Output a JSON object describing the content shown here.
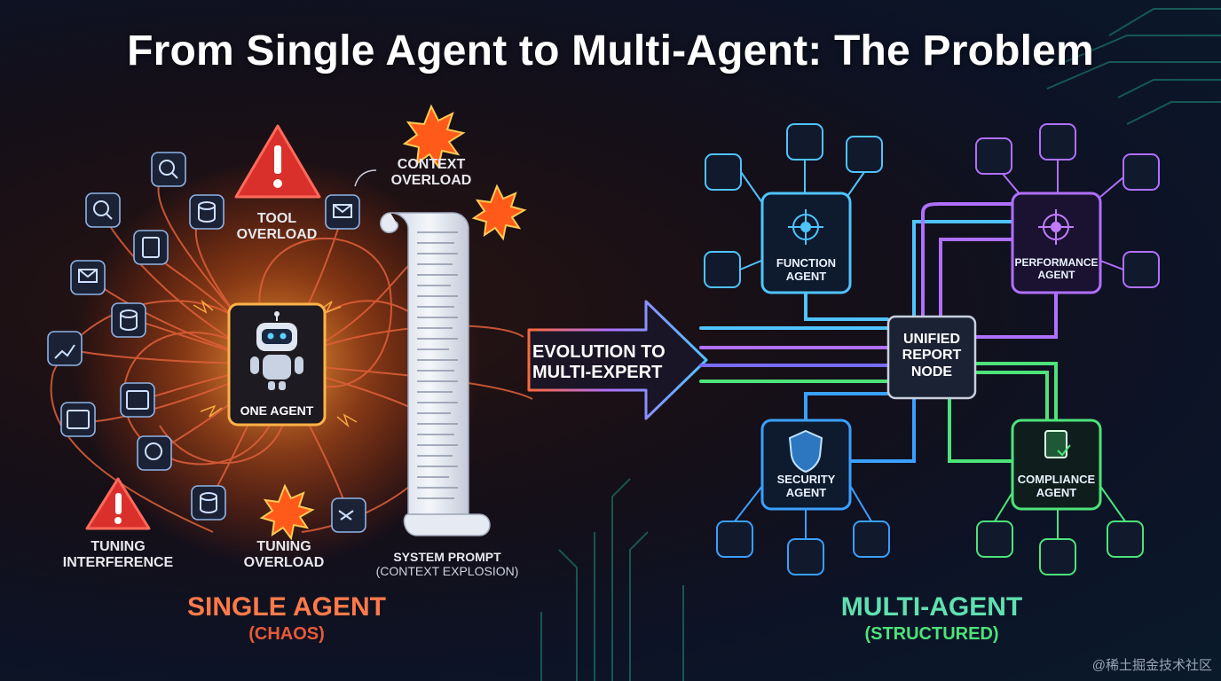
{
  "title": "From Single Agent to Multi-Agent: The Problem",
  "single": {
    "center_label": "ONE AGENT",
    "tool_overload": "TOOL\nOVERLOAD",
    "context_overload": "CONTEXT\nOVERLOAD",
    "tuning_interference": "TUNING\nINTERFERENCE",
    "tuning_overload": "TUNING\nOVERLOAD",
    "system_prompt": "SYSTEM PROMPT",
    "system_prompt_sub": "(CONTEXT EXPLOSION)",
    "section_title": "SINGLE AGENT",
    "section_sub": "(CHAOS)"
  },
  "arrow_label": "EVOLUTION TO\nMULTI-EXPERT",
  "multi": {
    "function_agent": "FUNCTION\nAGENT",
    "performance_agent": "PERFORMANCE\nAGENT",
    "security_agent": "SECURITY\nAGENT",
    "compliance_agent": "COMPLIANCE\nAGENT",
    "unified_node": "UNIFIED\nREPORT\nNODE",
    "section_title": "MULTI-AGENT",
    "section_sub": "(STRUCTURED)"
  },
  "colors": {
    "chaos": "#ff7a4a",
    "function": "#4fc3ff",
    "performance": "#c07cff",
    "security": "#3aa0ff",
    "compliance": "#4de37a",
    "warning": "#e53935"
  },
  "watermark": "@稀土掘金技术社区"
}
